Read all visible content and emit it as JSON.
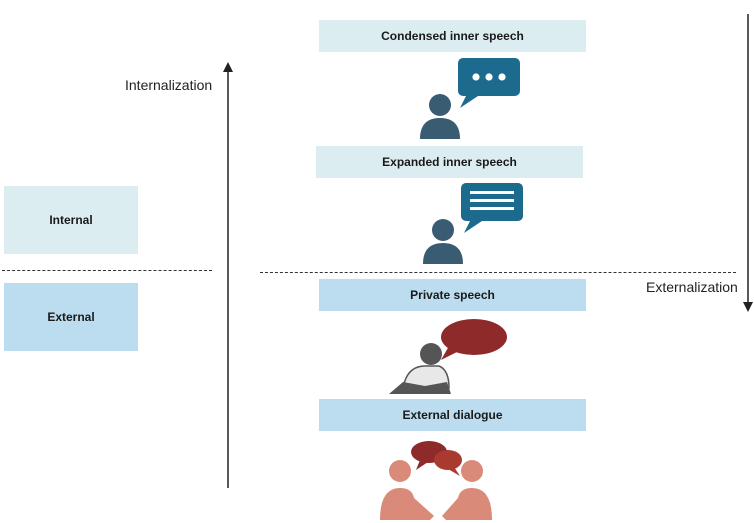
{
  "sides": {
    "internal": "Internal",
    "external": "External"
  },
  "axes": {
    "left": "Internalization",
    "right": "Externalization"
  },
  "levels": [
    {
      "label": "Condensed inner speech"
    },
    {
      "label": "Expanded inner speech"
    },
    {
      "label": "Private speech"
    },
    {
      "label": "External dialogue"
    }
  ],
  "colors": {
    "internal_bg": "#dcedf1",
    "external_bg": "#bcdcf0",
    "inner_figure": "#3a5c72",
    "bubble_blue": "#1c6b8e",
    "bubble_red": "#8e2a2a",
    "dialogue_figure": "#d98a78",
    "private_figure": "#555555"
  }
}
